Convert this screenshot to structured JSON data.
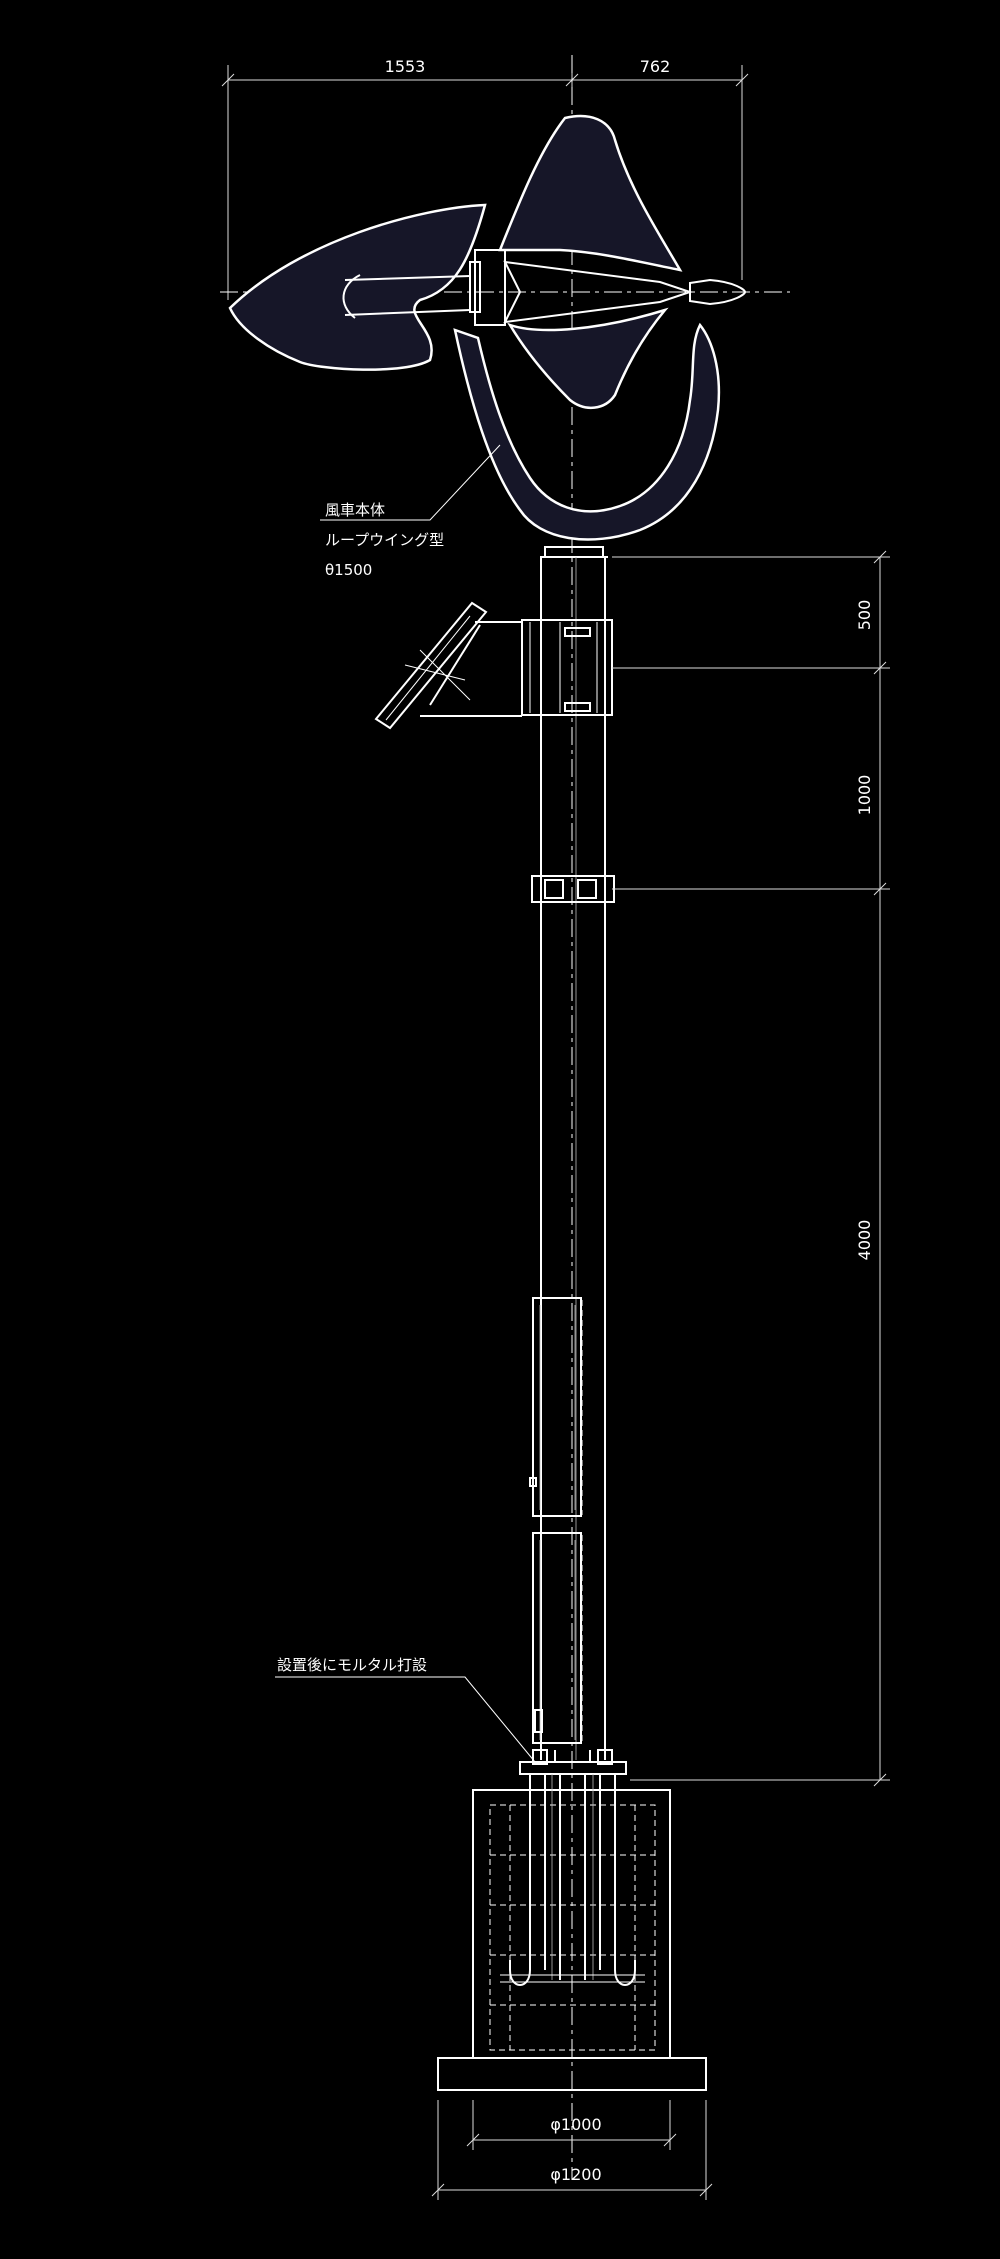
{
  "dimensions": {
    "top_left": "1553",
    "top_right": "762",
    "vertical_500": "500",
    "vertical_1000": "1000",
    "vertical_4000": "4000",
    "base_inner": "φ1000",
    "base_outer": "φ1200"
  },
  "annotations": {
    "turbine_body": "風車本体",
    "turbine_type": "ループウイング型",
    "turbine_size": "θ1500",
    "mortar_note": "設置後にモルタル打設"
  },
  "colors": {
    "background": "#000000",
    "line": "#ffffff",
    "blade_fill": "#161628"
  }
}
